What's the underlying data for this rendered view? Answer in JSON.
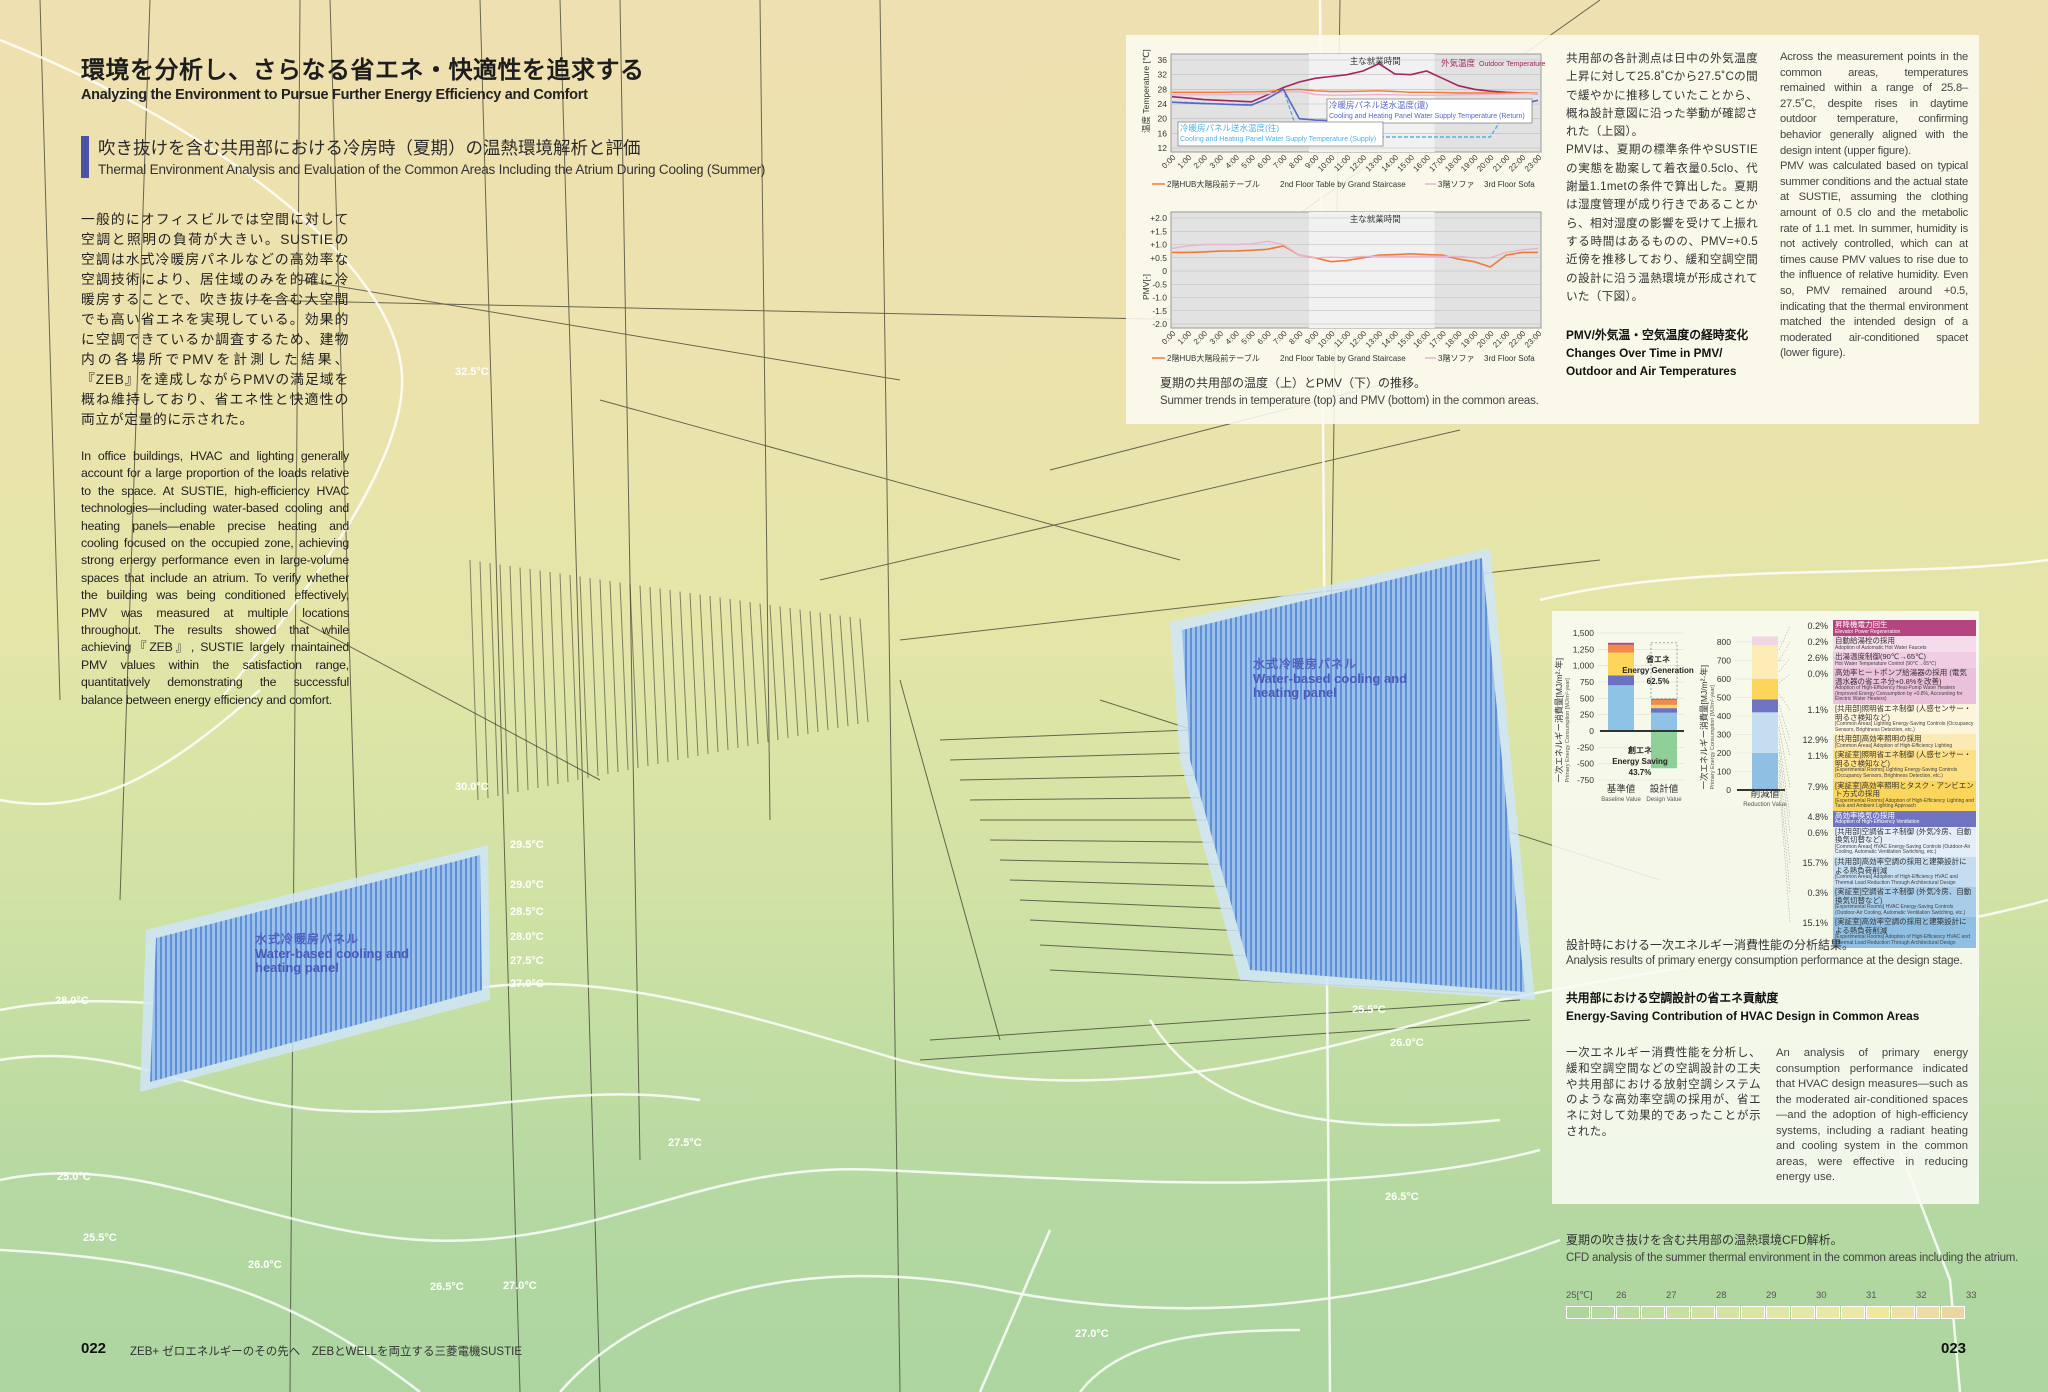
{
  "header": {
    "title_ja": "環境を分析し、さらなる省エネ・快適性を追求する",
    "title_en": "Analyzing the Environment to Pursue Further Energy Efficiency and Comfort",
    "section_ja": "吹き抜けを含む共用部における冷房時（夏期）の温熱環境解析と評価",
    "section_en": "Thermal Environment Analysis and Evaluation of the Common Areas Including the Atrium During Cooling (Summer)",
    "accent": "#4b53a8"
  },
  "intro": {
    "ja": "一般的にオフィスビルでは空間に対して空調と照明の負荷が大きい。SUSTIEの空調は水式冷暖房パネルなどの高効率な空調技術により、居住域のみを的確に冷暖房することで、吹き抜けを含む大空間でも高い省エネを実現している。効果的に空調できているか調査するため、建物内の各場所でPMVを計測した結果、『ZEB』を達成しながらPMVの満足域を概ね維持しており、省エネ性と快適性の両立が定量的に示された。",
    "en": "In office buildings, HVAC and lighting generally account for a large proportion of the loads relative to the space. At SUSTIE, high-efficiency HVAC technologies—including water-based cooling and heating panels—enable precise heating and cooling focused on the occupied zone, achieving strong energy performance even in large-volume spaces that include an atrium. To verify whether the building was being conditioned effectively, PMV was measured at multiple locations throughout. The results showed that while achieving『ZEB』, SUSTIE largely maintained PMV values within the satisfaction range, quantitatively demonstrating the successful balance between energy efficiency and comfort."
  },
  "cfd": {
    "panel_left": {
      "ja": "水式冷暖房パネル",
      "en": "Water-based cooling and heating panel"
    },
    "panel_right": {
      "ja": "水式冷暖房パネル",
      "en": "Water-based cooling and heating panel"
    },
    "contour_labels": [
      "32.5°C",
      "30.0°C",
      "29.5°C",
      "29.0°C",
      "28.5°C",
      "28.0°C",
      "27.5°C",
      "27.0°C",
      "25.5°C",
      "26.0°C",
      "27.5°C",
      "26.5°C",
      "28.0°C",
      "25.0°C",
      "25.5°C",
      "26.0°C",
      "26.5°C",
      "27.0°C",
      "27.0°C"
    ],
    "caption_ja": "夏期の吹き抜けを含む共用部の温熱環境CFD解析。",
    "caption_en": "CFD analysis of the summer thermal environment in the common areas including the atrium.",
    "scale_labels": [
      "25[℃]",
      "26",
      "27",
      "28",
      "29",
      "30",
      "31",
      "32",
      "33"
    ],
    "scale_colors": [
      "#add79a",
      "#b4da9c",
      "#bbdc9c",
      "#c2de9d",
      "#c8e09d",
      "#cfe29e",
      "#d5e4a0",
      "#dbe6a1",
      "#e0e7a2",
      "#e5e8a3",
      "#e9e9a3",
      "#ede9a2",
      "#f0e89a",
      "#efe2a0",
      "#eedca4",
      "#ecd6a0"
    ]
  },
  "thermal": {
    "caption_ja": "夏期の共用部の温度（上）とPMV（下）の推移。",
    "caption_en": "Summer trends in temperature (top) and PMV (bottom) in the common areas.",
    "text_ja": "共用部の各計測点は日中の外気温度上昇に対して25.8˚Cから27.5˚Cの間で緩やかに推移していたことから、概ね設計意図に沿った挙動が確認された（上図）。\nPMVは、夏期の標準条件やSUSTIEの実態を勘案して着衣量0.5clo、代謝量1.1metの条件で算出した。夏期は湿度管理が成り行きであることから、相対湿度の影響を受けて上振れする時間はあるものの、PMV=+0.5近傍を推移しており、緩和空調空間の設計に沿う温熱環境が形成されていた（下図）。",
    "text_en": "Across the measurement points in the common areas, temperatures remained within a range of 25.8–27.5˚C, despite rises in daytime outdoor temperature, confirming behavior generally aligned with the design intent (upper figure).\nPMV was calculated based on typical summer conditions and the actual state at SUSTIE, assuming the clothing amount of 0.5 clo and the metabolic rate of 1.1 met. In summer, humidity is not actively controlled, which can at times cause PMV values to rise due to the influence of relative humidity. Even so, PMV remained around +0.5, indicating that the thermal environment matched the intended design of a moderated air-conditioned spacet (lower figure).",
    "heading_ja": "PMV/外気温・空気温度の経時変化",
    "heading_en1": "Changes Over Time in PMV/",
    "heading_en2": "Outdoor and Air Temperatures"
  },
  "energy": {
    "caption_ja": "設計時における一次エネルギー消費性能の分析結果。",
    "caption_en": "Analysis results of primary energy consumption performance at the design stage.",
    "heading_ja": "共用部における空調設計の省エネ貢献度",
    "heading_en": "Energy-Saving Contribution of HVAC Design in Common Areas",
    "text_ja": "一次エネルギー消費性能を分析し、緩和空調空間などの空調設計の工夫や共用部における放射空調システムのような高効率空調の採用が、省エネに対して効果的であったことが示された。",
    "text_en": "An analysis of primary energy consumption performance indicated that HVAC design measures—such as the moderated air-conditioned spaces—and the adoption of high-efficiency systems, including a radiant heating and cooling system in the common areas, were effective in reducing energy use."
  },
  "chart_data": [
    {
      "type": "line",
      "annotation": "主な就業時間",
      "ylabel": "温度 Temperature [℃]",
      "ylim": [
        12,
        36
      ],
      "yticks": [
        12,
        16,
        20,
        24,
        28,
        32,
        36
      ],
      "x": [
        "0:00",
        "1:00",
        "2:00",
        "3:00",
        "4:00",
        "5:00",
        "6:00",
        "7:00",
        "8:00",
        "9:00",
        "10:00",
        "11:00",
        "12:00",
        "13:00",
        "14:00",
        "15:00",
        "16:00",
        "17:00",
        "18:00",
        "19:00",
        "20:00",
        "21:00",
        "22:00",
        "23:00"
      ],
      "grid": true,
      "series": [
        {
          "name_ja": "外気温度",
          "name_en": "Outdoor Temperature",
          "color": "#a3245f",
          "style": "solid",
          "values": [
            26,
            25.6,
            25.2,
            25,
            24.8,
            24.6,
            26.5,
            28.5,
            30,
            31,
            31.5,
            32,
            33,
            35,
            32.2,
            32,
            33,
            31,
            29,
            28,
            27.5,
            27.2,
            27,
            26.8
          ]
        },
        {
          "name_ja": "2階HUB大階段前テーブル",
          "name_en": "2nd Floor Table by Grand Staircase",
          "color": "#f07a3a",
          "style": "solid",
          "values": [
            27.2,
            27.2,
            27.2,
            27.2,
            27.3,
            27.3,
            27.4,
            27.8,
            28,
            27.6,
            27.4,
            27.4,
            27.5,
            27.6,
            27.4,
            27.2,
            27.2,
            27.1,
            27,
            27,
            27,
            27,
            27,
            27
          ]
        },
        {
          "name_ja": "3階ソファ",
          "name_en": "3rd Floor Sofa",
          "color": "#e9b4cf",
          "style": "solid",
          "values": [
            26.5,
            26.5,
            26.5,
            26.5,
            26.6,
            26.6,
            26.8,
            27.2,
            27.4,
            26.6,
            26.4,
            26.4,
            26.5,
            26.6,
            26.5,
            26.4,
            26.4,
            26.4,
            26.5,
            26.6,
            26.6,
            26.7,
            26.8,
            26.9
          ]
        },
        {
          "name_ja": "冷暖房パネル送水温度(往)",
          "name_en": "Cooling and Heating Panel Water Supply Temperature (Supply)",
          "color": "#4fb3e3",
          "style": "dashed",
          "values": [
            24.5,
            24.4,
            24.2,
            24,
            23.9,
            23.8,
            25.5,
            28,
            15,
            15,
            15,
            15,
            15,
            15,
            15,
            15,
            15,
            15,
            15,
            15,
            15,
            22,
            24.2,
            25
          ]
        },
        {
          "name_ja": "冷暖房パネル送水温度(還)",
          "name_en": "Cooling and Heating Panel Water Supply Temperature (Return)",
          "color": "#5567c8",
          "style": "solid",
          "values": [
            24.5,
            24.3,
            24.1,
            24,
            23.8,
            23.7,
            25.5,
            28,
            20,
            19.6,
            19.5,
            19.4,
            19.4,
            19.4,
            19.4,
            19.4,
            19.3,
            19.2,
            19.1,
            19,
            19,
            22,
            24,
            25
          ]
        }
      ]
    },
    {
      "type": "line",
      "annotation": "主な就業時間",
      "ylabel": "PMV[-]",
      "ylim": [
        -2,
        2
      ],
      "yticks": [
        "+2.0",
        "+1.5",
        "+1.0",
        "+0.5",
        "0",
        "-0.5",
        "-1.0",
        "-1.5",
        "-2.0"
      ],
      "x": [
        "0:00",
        "1:00",
        "2:00",
        "3:00",
        "4:00",
        "5:00",
        "6:00",
        "7:00",
        "8:00",
        "9:00",
        "10:00",
        "11:00",
        "12:00",
        "13:00",
        "14:00",
        "15:00",
        "16:00",
        "17:00",
        "18:00",
        "19:00",
        "20:00",
        "21:00",
        "22:00",
        "23:00"
      ],
      "grid": true,
      "series": [
        {
          "name_ja": "2階HUB大階段前テーブル",
          "name_en": "2nd Floor Table by Grand Staircase",
          "color": "#f07a3a",
          "values": [
            0.7,
            0.7,
            0.72,
            0.75,
            0.76,
            0.78,
            0.82,
            0.95,
            0.6,
            0.5,
            0.35,
            0.4,
            0.5,
            0.6,
            0.62,
            0.65,
            0.62,
            0.6,
            0.45,
            0.35,
            0.15,
            0.6,
            0.7,
            0.7
          ]
        },
        {
          "name_ja": "3階ソファ",
          "name_en": "3rd Floor Sofa",
          "color": "#e9b4cf",
          "values": [
            0.85,
            0.95,
            1.0,
            1.0,
            1.0,
            1.02,
            1.12,
            1.0,
            0.6,
            0.5,
            0.52,
            0.5,
            0.55,
            0.55,
            0.55,
            0.55,
            0.55,
            0.55,
            0.55,
            0.5,
            0.5,
            0.7,
            0.8,
            0.85
          ]
        }
      ]
    },
    {
      "type": "bar",
      "stacked": true,
      "ylabel_ja": "一次エネルギー消費量[MJ/m²·年]",
      "ylabel_en": "Primary Energy Consumption [MJ/m²·year]",
      "ylim": [
        -750,
        1500
      ],
      "yticks": [
        "1,500",
        "1,250",
        "1,000",
        "750",
        "500",
        "250",
        "0",
        "-250",
        "-500",
        "-750"
      ],
      "categories": [
        {
          "ja": "基準値",
          "en": "Baseline Value"
        },
        {
          "ja": "設計値",
          "en": "Design Value"
        }
      ],
      "stacks": [
        [
          {
            "value": 700,
            "color": "#8ec3e6"
          },
          {
            "value": 150,
            "color": "#6b70c0"
          },
          {
            "value": 350,
            "color": "#fcd65a"
          },
          {
            "value": 120,
            "color": "#f08a4b"
          },
          {
            "value": 30,
            "color": "#b5457f"
          }
        ],
        [
          {
            "value": 280,
            "color": "#8ec3e6"
          },
          {
            "value": 70,
            "color": "#6b70c0"
          },
          {
            "value": 50,
            "color": "#fcd65a"
          },
          {
            "value": 80,
            "color": "#f08a4b"
          },
          {
            "value": 10,
            "color": "#d2344a"
          },
          {
            "value": -570,
            "color": "#8fcf98"
          }
        ]
      ],
      "annotations": [
        {
          "ja": "省エネ",
          "en": "Energy Generation",
          "value": "62.5%"
        },
        {
          "ja": "創エネ",
          "en": "Energy Saving",
          "value": "43.7%"
        }
      ]
    },
    {
      "type": "bar",
      "stacked": true,
      "ylabel_ja": "一次エネルギー消費量[MJ/m²·年]",
      "ylabel_en": "Primary Energy Consumption [MJ/m²·year]",
      "ylim": [
        0,
        800
      ],
      "yticks": [
        "800",
        "700",
        "600",
        "500",
        "400",
        "300",
        "200",
        "100",
        "0"
      ],
      "categories": [
        {
          "ja": "削減値",
          "en": "Reduction Value"
        }
      ],
      "stacks": [
        [
          {
            "value": 200,
            "color": "#8fc0e3"
          },
          {
            "value": 220,
            "color": "#c5ddf0"
          },
          {
            "value": 70,
            "color": "#6f74c2"
          },
          {
            "value": 110,
            "color": "#fcd65a"
          },
          {
            "value": 180,
            "color": "#fdecb5"
          },
          {
            "value": 50,
            "color": "#f3d6e6"
          }
        ]
      ],
      "legend": [
        {
          "pct": "0.2%",
          "ja": "昇降機電力回生",
          "en": "Elevator Power Regeneration",
          "color": "#b5457f",
          "dark": true
        },
        {
          "pct": "0.2%",
          "ja": "自動給湯栓の採用",
          "en": "Adoption of Automatic Hot Water Faucets",
          "color": "#f5dcea"
        },
        {
          "pct": "2.6%",
          "ja": "出湯温度制御(90℃→65℃)",
          "en": "Hot Water Temperature Control (90℃→65℃)",
          "color": "#f0cde2"
        },
        {
          "pct": "0.0%",
          "ja": "高効率ヒートポンプ給湯器の採用 (電気温水器の省エネ分+0.8%を改善)",
          "en": "Adoption of High-Efficiency Heat-Pump Water Heaters (Improved Energy Consumption by +0.8%, Accounting for Electric Water Heaters)",
          "color": "#ebc0da"
        },
        {
          "pct": "1.1%",
          "ja": "[共用部]照明省エネ制御 (人感センサー・明るさ検知など)",
          "en": "[Common Areas] Lighting Energy-Saving Controls (Occupancy Sensors, Brightness Detection, etc.)",
          "color": "#fdf4dc"
        },
        {
          "pct": "12.9%",
          "ja": "[共用部]高効率照明の採用",
          "en": "[Common Areas] Adoption of High-Efficiency Lighting",
          "color": "#fde9b3"
        },
        {
          "pct": "1.1%",
          "ja": "[実証室]照明省エネ制御 (人感センサー・明るさ検知など)",
          "en": "[Experimental Rooms] Lighting Energy-Saving Controls (Occupancy Sensors, Brightness Detection, etc.)",
          "color": "#fddf85"
        },
        {
          "pct": "7.9%",
          "ja": "[実証室]高効率照明とタスク・アンビエント方式の採用",
          "en": "[Experimental Rooms] Adoption of High-Efficiency Lighting and Task and Ambient Lighting Approach",
          "color": "#fcd65a"
        },
        {
          "pct": "4.8%",
          "ja": "高効率換気の採用",
          "en": "Adoption of High-Efficiency Ventilation",
          "color": "#6f74c2",
          "dark": true
        },
        {
          "pct": "0.6%",
          "ja": "[共用部]空調省エネ制御 (外気冷房、自動換気切替など)",
          "en": "[Common Areas] HVAC Energy-Saving Controls (Outdoor-Air Cooling, Automatic Ventilation Switching, etc.)",
          "color": "#e3eef8"
        },
        {
          "pct": "15.7%",
          "ja": "[共用部]高効率空調の採用と建築設計による熱負荷削減",
          "en": "[Common Areas] Adoption of High-Efficiency HVAC and Thermal Load Reduction Through Architectural Design",
          "color": "#c5ddf0"
        },
        {
          "pct": "0.3%",
          "ja": "[実証室]空調省エネ制御 (外気冷房、自動換気切替など)",
          "en": "[Experimental Rooms] HVAC Energy-Saving Controls (Outdoor-Air Cooling, Automatic Ventilation Switching, etc.)",
          "color": "#a8cde9"
        },
        {
          "pct": "15.1%",
          "ja": "[実証室]高効率空調の採用と建築設計による熱負荷削減",
          "en": "[Experimental Rooms] Adoption of High-Efficiency HVAC and Thermal Load Reduction Through Architectural Design",
          "color": "#8fc0e3"
        }
      ]
    }
  ],
  "footer": {
    "page_left": "022",
    "running_title": "ZEB+ ゼロエネルギーのその先へ　ZEBとWELLを両立する三菱電機SUSTIE",
    "page_right": "023"
  }
}
